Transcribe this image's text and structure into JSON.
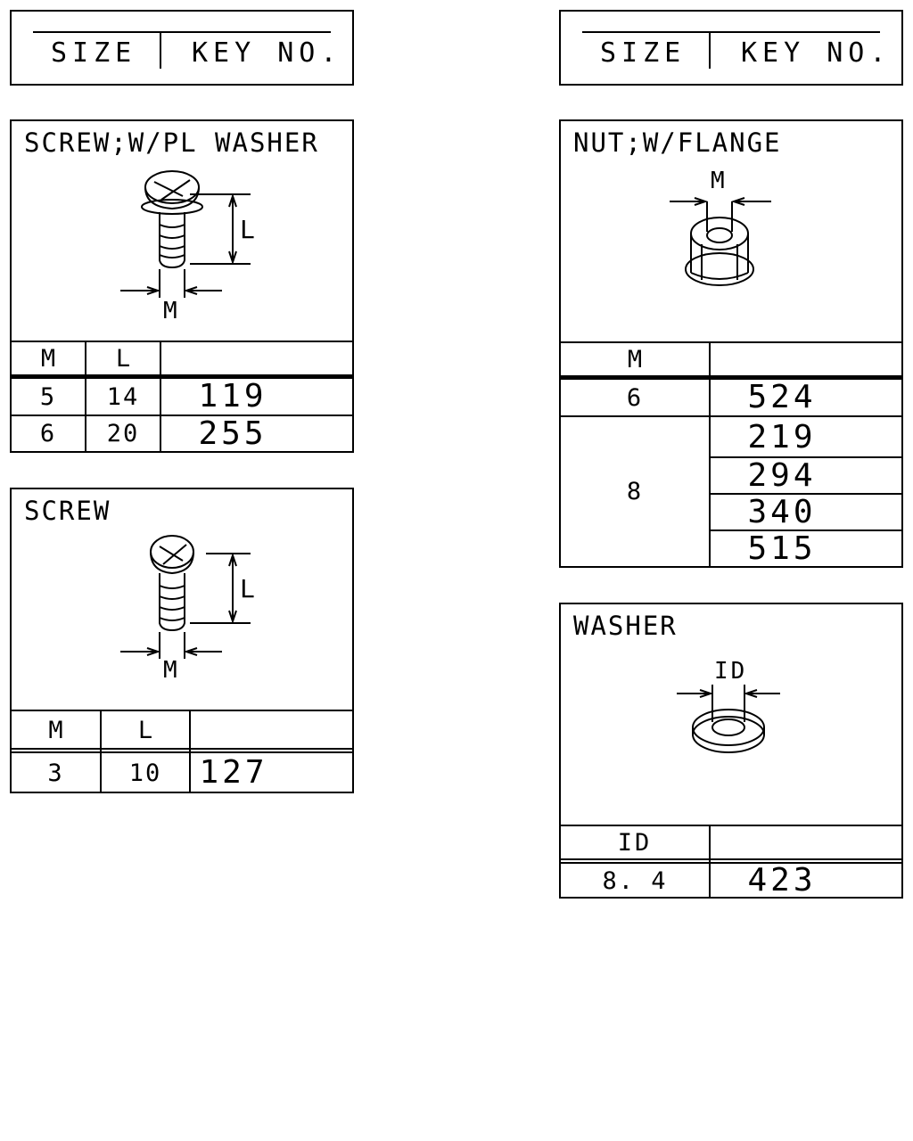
{
  "legend_left": {
    "size_label": "SIZE",
    "key_label": "KEY NO."
  },
  "legend_right": {
    "size_label": "SIZE",
    "key_label": "KEY NO."
  },
  "screw_washer": {
    "title": "SCREW;W/PL WASHER",
    "dim_l": "L",
    "dim_m": "M",
    "headers": [
      "M",
      "L"
    ],
    "rows": [
      {
        "m": "5",
        "l": "14",
        "key": "119"
      },
      {
        "m": "6",
        "l": "20",
        "key": "255"
      }
    ]
  },
  "screw": {
    "title": "SCREW",
    "dim_l": "L",
    "dim_m": "M",
    "headers": [
      "M",
      "L"
    ],
    "rows": [
      {
        "m": "3",
        "l": "10",
        "key": "127"
      }
    ]
  },
  "nut_flange": {
    "title": "NUT;W/FLANGE",
    "dim_m": "M",
    "headers": [
      "M"
    ],
    "rows": [
      {
        "m": "6",
        "keys": [
          "524"
        ]
      },
      {
        "m": "8",
        "keys": [
          "219",
          "294",
          "340",
          "515"
        ]
      }
    ]
  },
  "washer": {
    "title": "WASHER",
    "dim_id": "ID",
    "headers": [
      "ID"
    ],
    "rows": [
      {
        "id": "8. 4",
        "key": "423"
      }
    ]
  }
}
